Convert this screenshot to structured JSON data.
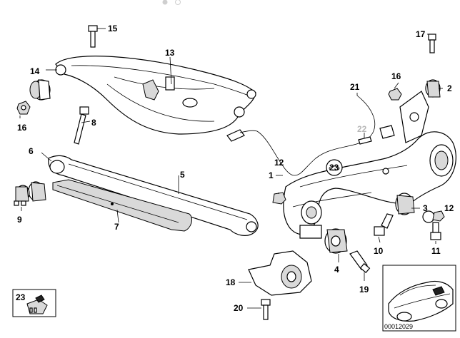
{
  "labels": {
    "l1": "1",
    "l2": "2",
    "l3": "3",
    "l4": "4",
    "l5": "5",
    "l6": "6",
    "l7": "7",
    "l8": "8",
    "l9": "9",
    "l10": "10",
    "l11": "11",
    "l12a": "12",
    "l12b": "12",
    "l13": "13",
    "l14": "14",
    "l15": "15",
    "l16a": "16",
    "l16b": "16",
    "l17": "17",
    "l18": "18",
    "l19": "19",
    "l20": "20",
    "l21": "21",
    "l22": "22",
    "l23a": "23",
    "l23b": "23"
  },
  "reference_number": "00012029",
  "colors": {
    "line": "#000000",
    "faded_label": "#b7b7b7",
    "shade": "#d9d9d9"
  }
}
